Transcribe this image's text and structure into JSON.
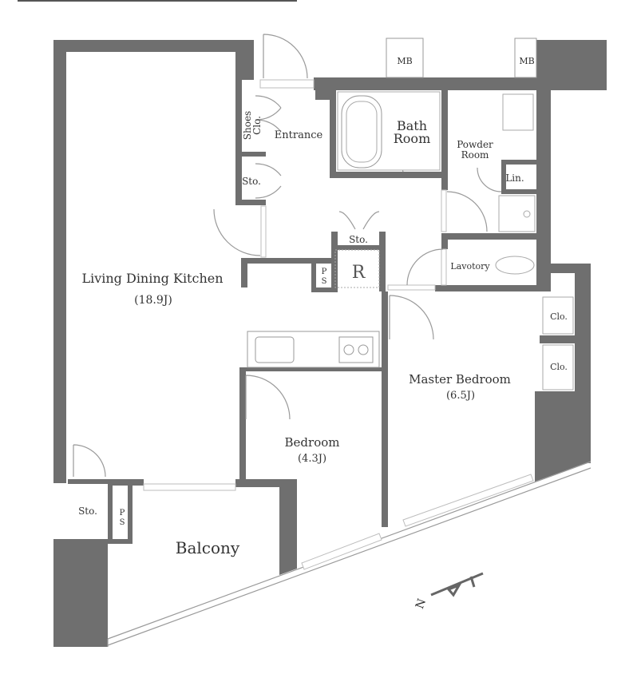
{
  "rooms": {
    "ldk": {
      "name": "Living Dining Kitchen",
      "size": "(18.9J)"
    },
    "master": {
      "name": "Master Bedroom",
      "size": "(6.5J)"
    },
    "bedroom": {
      "name": "Bedroom",
      "size": "(4.3J)"
    },
    "balcony": "Balcony",
    "entrance": "Entrance",
    "shoes_1": "Shoes",
    "shoes_2": "Clo.",
    "bath_1": "Bath",
    "bath_2": "Room",
    "powder_1": "Powder",
    "powder_2": "Room",
    "lin": "Lin.",
    "lavotory": "Lavotory",
    "sto_entrance": "Sto.",
    "sto_center": "Sto.",
    "sto_balcony": "Sto.",
    "r": "R",
    "ps_center_1": "P",
    "ps_center_2": "S",
    "ps_balcony_1": "P",
    "ps_balcony_2": "S",
    "clo_1": "Clo.",
    "clo_2": "Clo.",
    "mb_1": "MB",
    "mb_2": "MB"
  },
  "compass": {
    "label": "N"
  },
  "colors": {
    "wall": "#6f6f6f"
  }
}
